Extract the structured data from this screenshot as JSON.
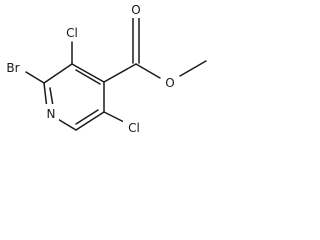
{
  "molecule": {
    "atoms": {
      "br": "Br",
      "cl3": "Cl",
      "n": "N",
      "cl5": "Cl",
      "o_carbonyl": "O",
      "o_ester": "O"
    }
  }
}
